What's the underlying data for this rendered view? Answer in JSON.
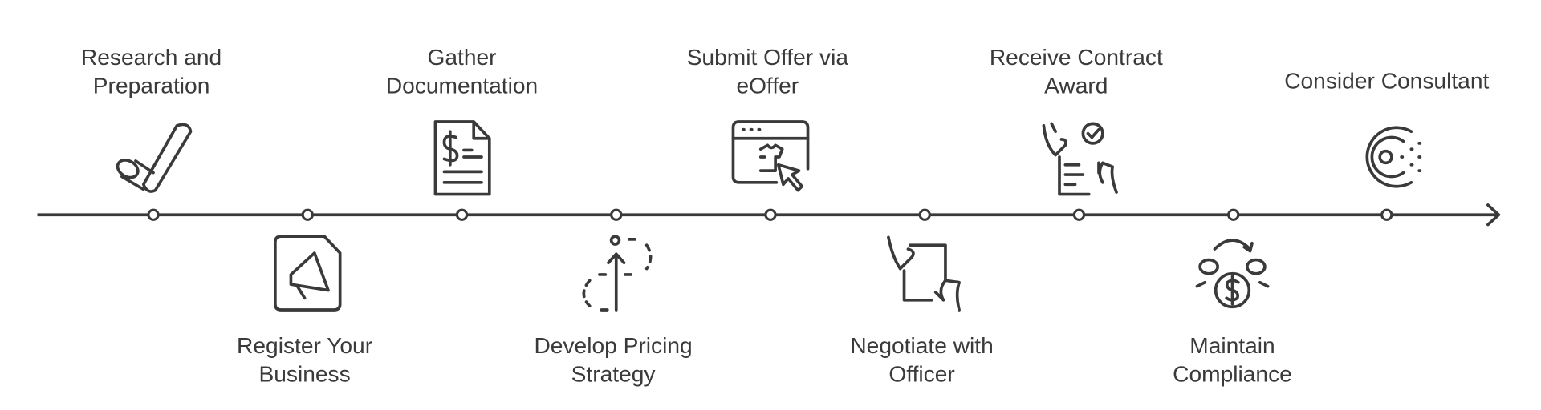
{
  "colors": {
    "stroke": "#3a3a3a",
    "background": "#ffffff"
  },
  "steps": [
    {
      "line1": "Research and",
      "line2": "Preparation",
      "icon": "rolling-pin-icon",
      "position": "top"
    },
    {
      "line1": "Register Your",
      "line2": "Business",
      "icon": "megaphone-document-icon",
      "position": "bottom"
    },
    {
      "line1": "Gather",
      "line2": "Documentation",
      "icon": "invoice-document-icon",
      "position": "top"
    },
    {
      "line1": "Develop Pricing",
      "line2": "Strategy",
      "icon": "growth-arrow-icon",
      "position": "bottom"
    },
    {
      "line1": "Submit Offer via",
      "line2": "eOffer",
      "icon": "browser-click-icon",
      "position": "top"
    },
    {
      "line1": "Negotiate with",
      "line2": "Officer",
      "icon": "hands-tablet-icon",
      "position": "bottom"
    },
    {
      "line1": "Receive Contract",
      "line2": "Award",
      "icon": "contract-check-icon",
      "position": "top"
    },
    {
      "line1": "Maintain",
      "line2": "Compliance",
      "icon": "money-cycle-icon",
      "position": "bottom"
    },
    {
      "line1": "Consider Consultant",
      "line2": "",
      "icon": "consultant-c-icon",
      "position": "top"
    }
  ]
}
